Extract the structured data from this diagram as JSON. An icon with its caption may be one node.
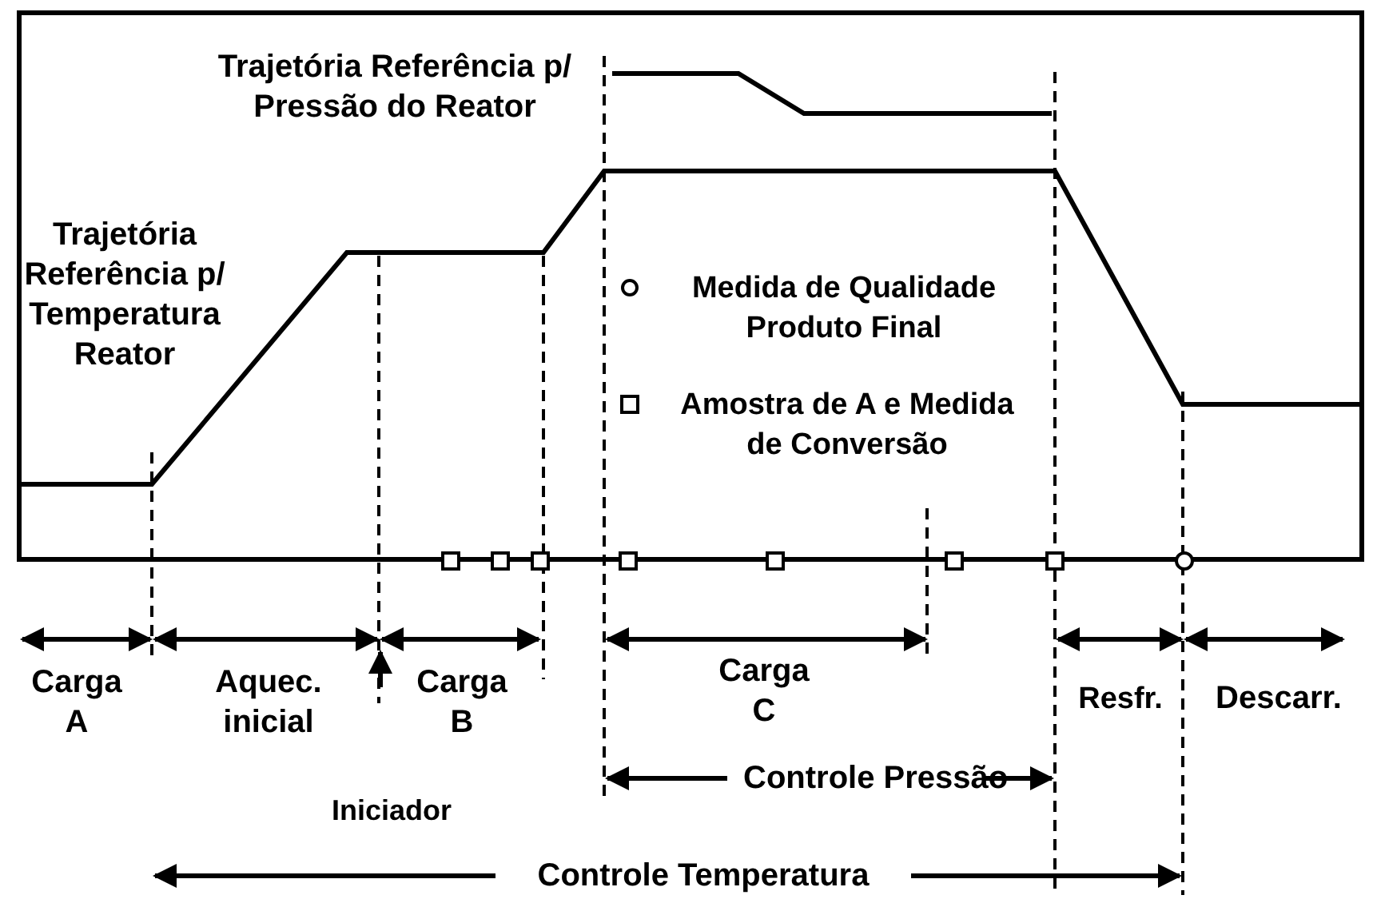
{
  "diagram": {
    "labels": [
      "Trajetória Referência p/ Pressão do Reator",
      "Trajetória Referência p/ Temperatura Reator",
      "Carga A",
      "Aquec. inicial",
      "Carga B",
      "Carga C",
      "Resfr.",
      "Descarr.",
      "Controle Pressão",
      "Iniciador",
      "Controle Temperatura"
    ],
    "legend": [
      {
        "text": "Medida de Qualidade Produto Final"
      },
      {
        "text": "Amostra de A e Medida de Conversão"
      }
    ]
  }
}
